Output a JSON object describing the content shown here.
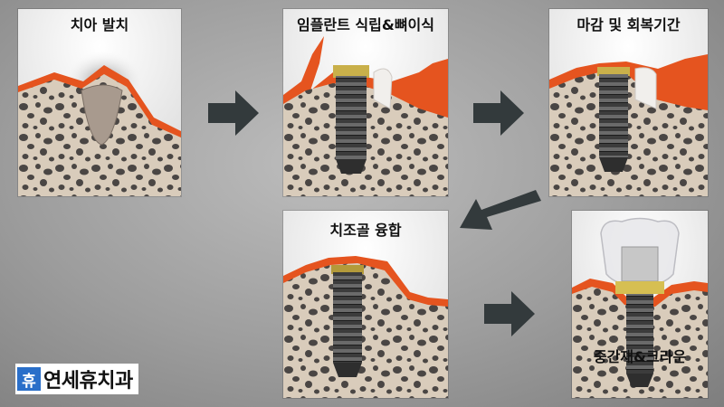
{
  "steps": {
    "extraction": "치아 발치",
    "placement": "임플란트 식립&뼈이식",
    "healing": "마감 및 회복기간",
    "osseointegration": "치조골 융합",
    "crown": "중간재&크라운"
  },
  "logo": {
    "mark": "휴",
    "name": "연세휴치과"
  }
}
